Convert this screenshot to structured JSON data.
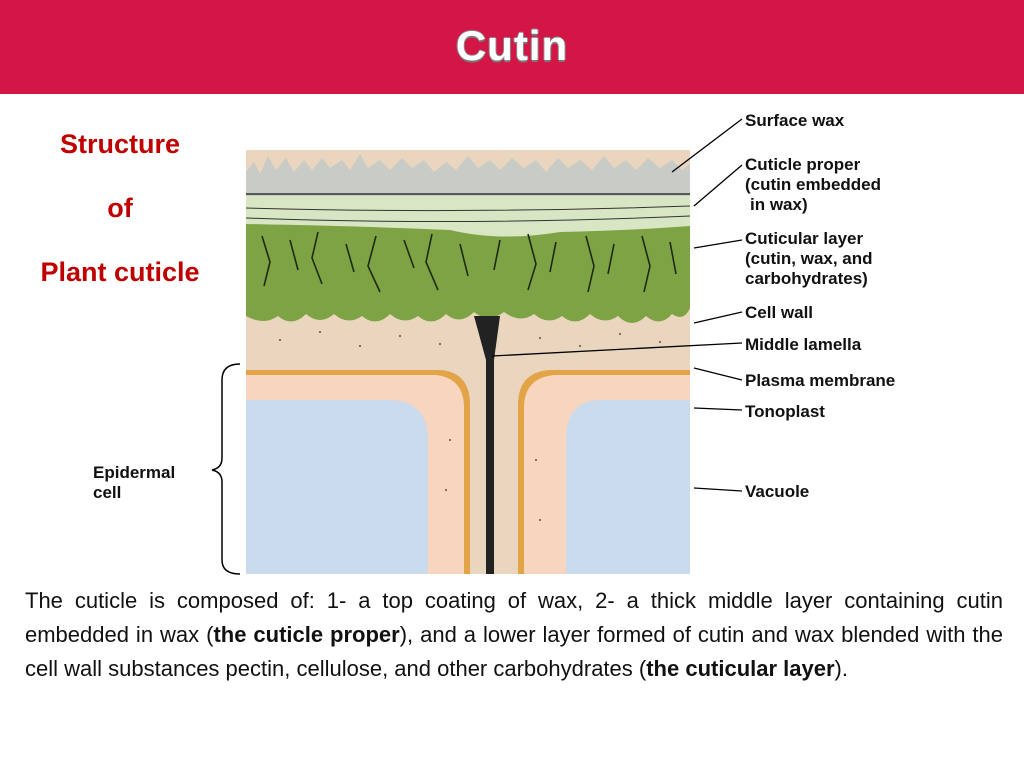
{
  "header": {
    "title": "Cutin"
  },
  "side_title": {
    "line1": "Structure",
    "line2": "of",
    "line3": "Plant cuticle"
  },
  "diagram": {
    "labels": {
      "surface_wax": "Surface wax",
      "cuticle_proper_1": "Cuticle proper",
      "cuticle_proper_2": "(cutin embedded",
      "cuticle_proper_3": "in wax)",
      "cuticular_layer_1": "Cuticular layer",
      "cuticular_layer_2": "(cutin, wax, and",
      "cuticular_layer_3": "carbohydrates)",
      "cell_wall": "Cell wall",
      "middle_lamella": "Middle lamella",
      "plasma_membrane": "Plasma membrane",
      "tonoplast": "Tonoplast",
      "vacuole": "Vacuole",
      "epidermal_cell_1": "Epidermal",
      "epidermal_cell_2": "cell"
    },
    "colors": {
      "wax": "#c9cbc6",
      "cuticle_proper": "#d9e6c4",
      "cuticular_layer": "#7ea344",
      "cell_wall": "#ead6be",
      "plasma_membrane": "#e3a447",
      "cytoplasm": "#f7d5be",
      "vacuole": "#c9dbec",
      "middle_lamella": "#222222"
    }
  },
  "description": {
    "part1": "The cuticle is composed of: 1- a top coating of wax,  2- a thick middle layer containing cutin embedded in wax (",
    "bold1": "the cuticle proper",
    "part2": "), and  a lower layer formed of cutin and wax blended with the cell wall substances pectin, cellulose, and other carbohydrates (",
    "bold2": "the cuticular layer",
    "part3": ")."
  }
}
